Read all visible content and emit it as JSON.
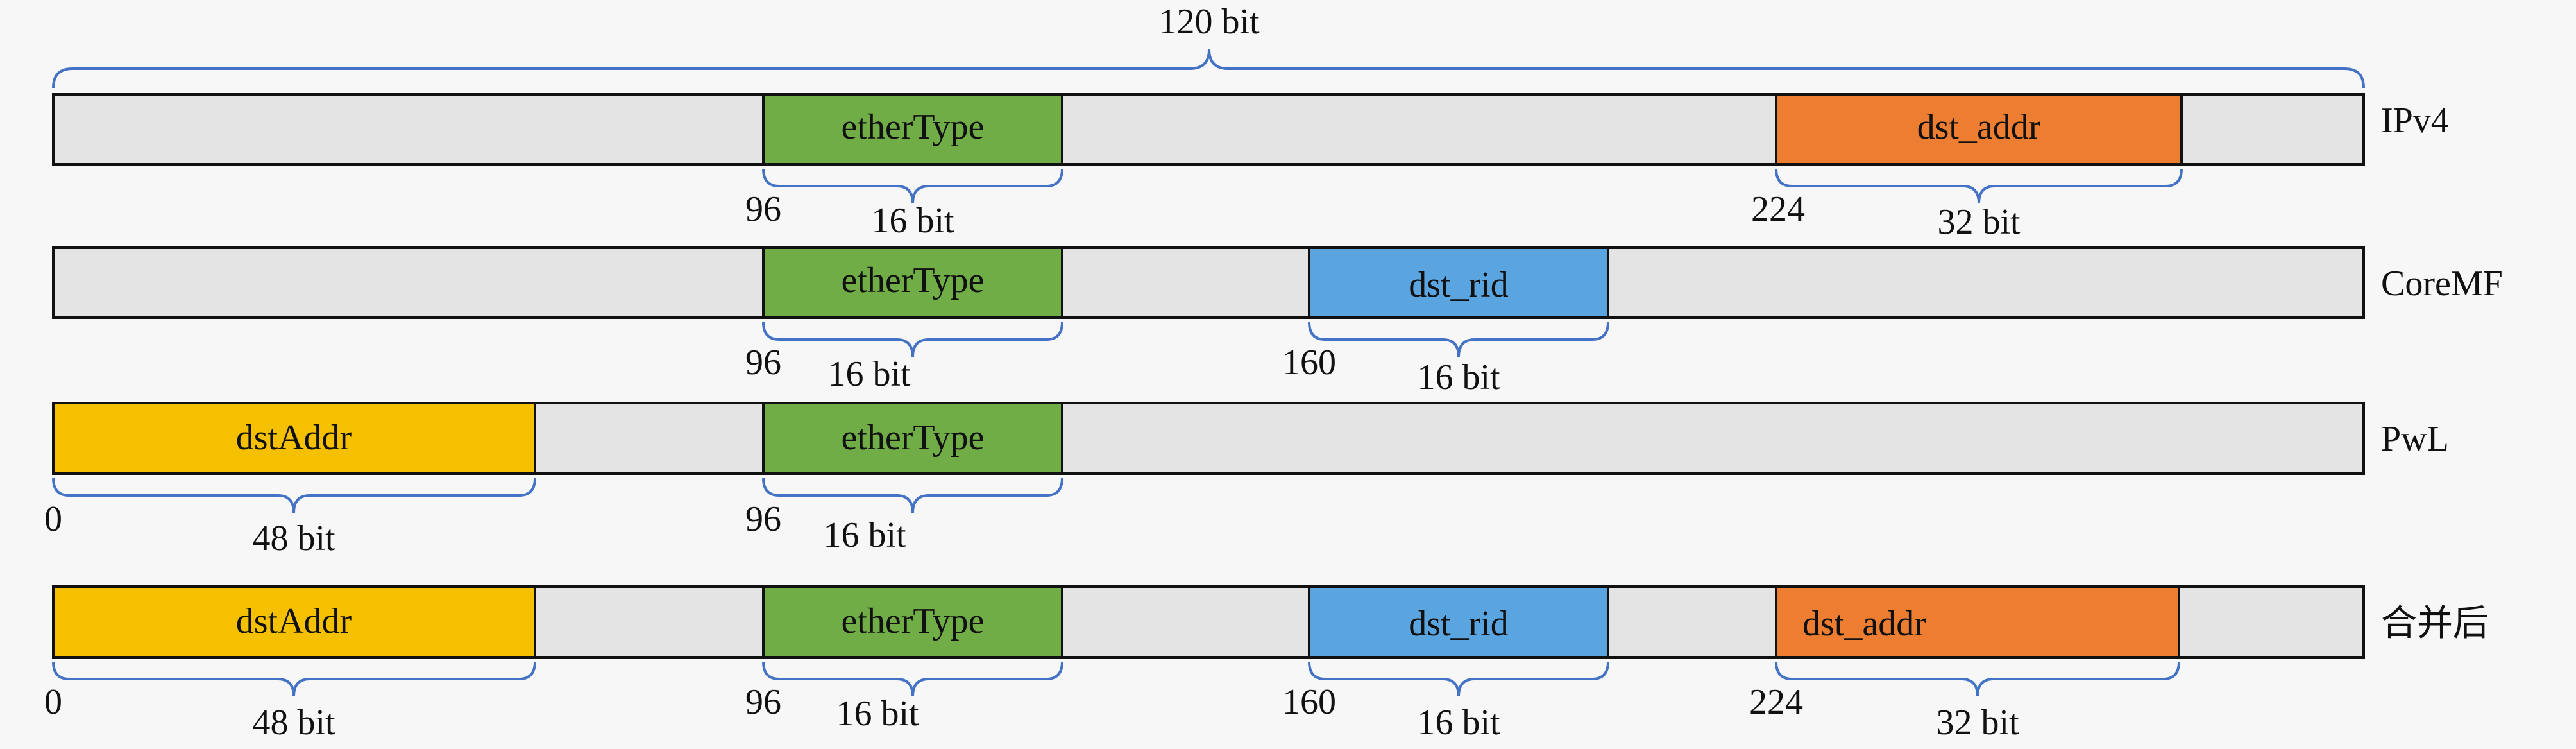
{
  "top_span": {
    "label": "120 bit"
  },
  "rows": [
    {
      "id": "ipv4",
      "name": "IPv4",
      "fields": [
        {
          "id": "ethertype",
          "label": "etherType",
          "color": "#70ad47",
          "offset": "96",
          "size": "16 bit"
        },
        {
          "id": "dst-addr",
          "label": "dst_addr",
          "color": "#ed7d31",
          "offset": "224",
          "size": "32 bit"
        }
      ]
    },
    {
      "id": "coremf",
      "name": "CoreMF",
      "fields": [
        {
          "id": "ethertype",
          "label": "etherType",
          "color": "#70ad47",
          "offset": "96",
          "size": "16 bit"
        },
        {
          "id": "dst-rid",
          "label": "dst_rid",
          "color": "#5aa4e0",
          "offset": "160",
          "size": "16 bit"
        }
      ]
    },
    {
      "id": "pwl",
      "name": "PwL",
      "fields": [
        {
          "id": "dstaddr",
          "label": "dstAddr",
          "color": "#f5c000",
          "offset": "0",
          "size": "48 bit"
        },
        {
          "id": "ethertype",
          "label": "etherType",
          "color": "#70ad47",
          "offset": "96",
          "size": "16 bit"
        }
      ]
    },
    {
      "id": "merged",
      "name": "合并后",
      "fields": [
        {
          "id": "dstaddr",
          "label": "dstAddr",
          "color": "#f5c000",
          "offset": "0",
          "size": "48 bit"
        },
        {
          "id": "ethertype",
          "label": "etherType",
          "color": "#70ad47",
          "offset": "96",
          "size": "16 bit"
        },
        {
          "id": "dst-rid",
          "label": "dst_rid",
          "color": "#5aa4e0",
          "offset": "160",
          "size": "16 bit"
        },
        {
          "id": "dst-addr",
          "label": "dst_addr",
          "color": "#ed7d31",
          "offset": "224",
          "size": "32 bit"
        }
      ]
    }
  ],
  "colors": {
    "bar_fill": "#e4e4e4",
    "brace": "#4472c4",
    "border": "#111111"
  }
}
